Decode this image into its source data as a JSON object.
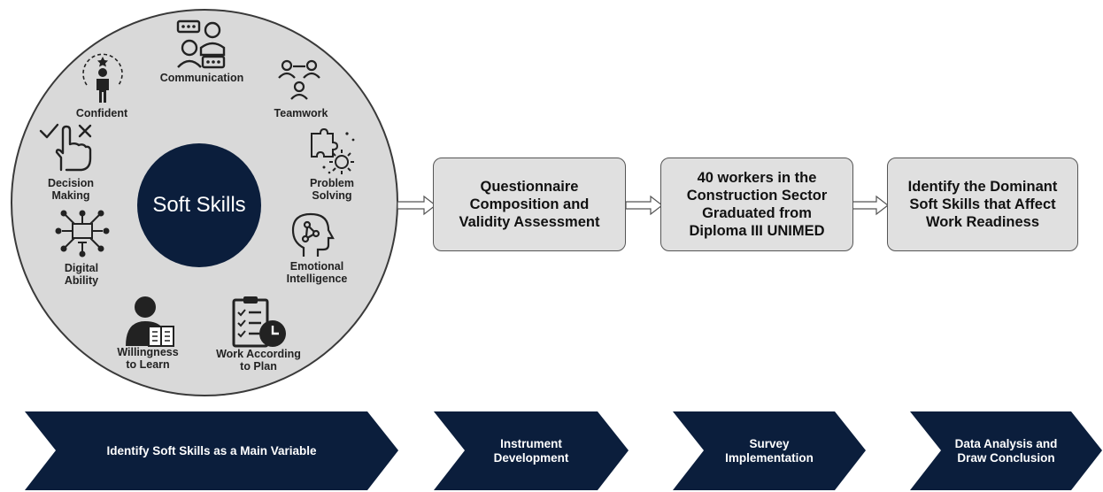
{
  "core": {
    "label": "Soft Skills"
  },
  "skills": {
    "communication": "Communication",
    "confident": "Confident",
    "teamwork": "Teamwork",
    "decision_1": "Decision",
    "decision_2": "Making",
    "problem_1": "Problem",
    "problem_2": "Solving",
    "digital_1": "Digital",
    "digital_2": "Ability",
    "emotional_1": "Emotional",
    "emotional_2": "Intelligence",
    "willingness_1": "Willingness",
    "willingness_2": "to Learn",
    "work_plan_1": "Work According",
    "work_plan_2": "to Plan"
  },
  "steps": [
    {
      "line1": "Questionnaire",
      "line2": "Composition and",
      "line3": "Validity Assessment"
    },
    {
      "line1": "40 workers in the",
      "line2": "Construction Sector",
      "line3": "Graduated from",
      "line4": "Diploma III UNIMED"
    },
    {
      "line1": "Identify the Dominant",
      "line2": "Soft Skills that Affect",
      "line3": "Work Readiness"
    }
  ],
  "phases": [
    {
      "line1": "Identify Soft Skills as a Main Variable"
    },
    {
      "line1": "Instrument",
      "line2": "Development"
    },
    {
      "line1": "Survey",
      "line2": "Implementation"
    },
    {
      "line1": "Data Analysis and",
      "line2": "Draw Conclusion"
    }
  ],
  "colors": {
    "navy": "#0b1e3c",
    "circle_gray": "#d9d9d9",
    "box_gray": "#e0e0e0"
  }
}
